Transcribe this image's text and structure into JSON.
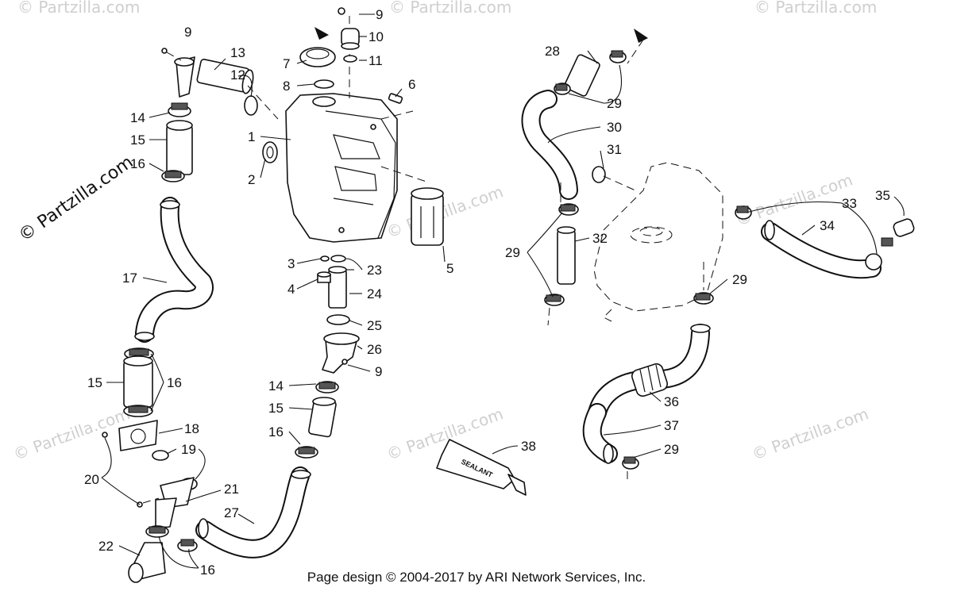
{
  "watermark": "© Partzilla.com",
  "footer": "Page design © 2004-2017 by ARI Network Services, Inc.",
  "sealant_label": "SEALANT",
  "callouts": {
    "n1": "1",
    "n2": "2",
    "n3": "3",
    "n4": "4",
    "n5": "5",
    "n6": "6",
    "n7": "7",
    "n8": "8",
    "n9a": "9",
    "n9b": "9",
    "n9c": "9",
    "n10": "10",
    "n11": "11",
    "n12": "12",
    "n13": "13",
    "n14a": "14",
    "n14b": "14",
    "n15a": "15",
    "n15b": "15",
    "n15c": "15",
    "n16a": "16",
    "n16b": "16",
    "n16c": "16",
    "n16d": "16",
    "n17": "17",
    "n18": "18",
    "n19": "19",
    "n20": "20",
    "n21": "21",
    "n22": "22",
    "n23": "23",
    "n24": "24",
    "n25": "25",
    "n26": "26",
    "n27": "27",
    "n28": "28",
    "n29a": "29",
    "n29b": "29",
    "n29c": "29",
    "n29d": "29",
    "n30": "30",
    "n31": "31",
    "n32": "32",
    "n33": "33",
    "n34": "34",
    "n35": "35",
    "n36": "36",
    "n37": "37",
    "n38": "38"
  }
}
